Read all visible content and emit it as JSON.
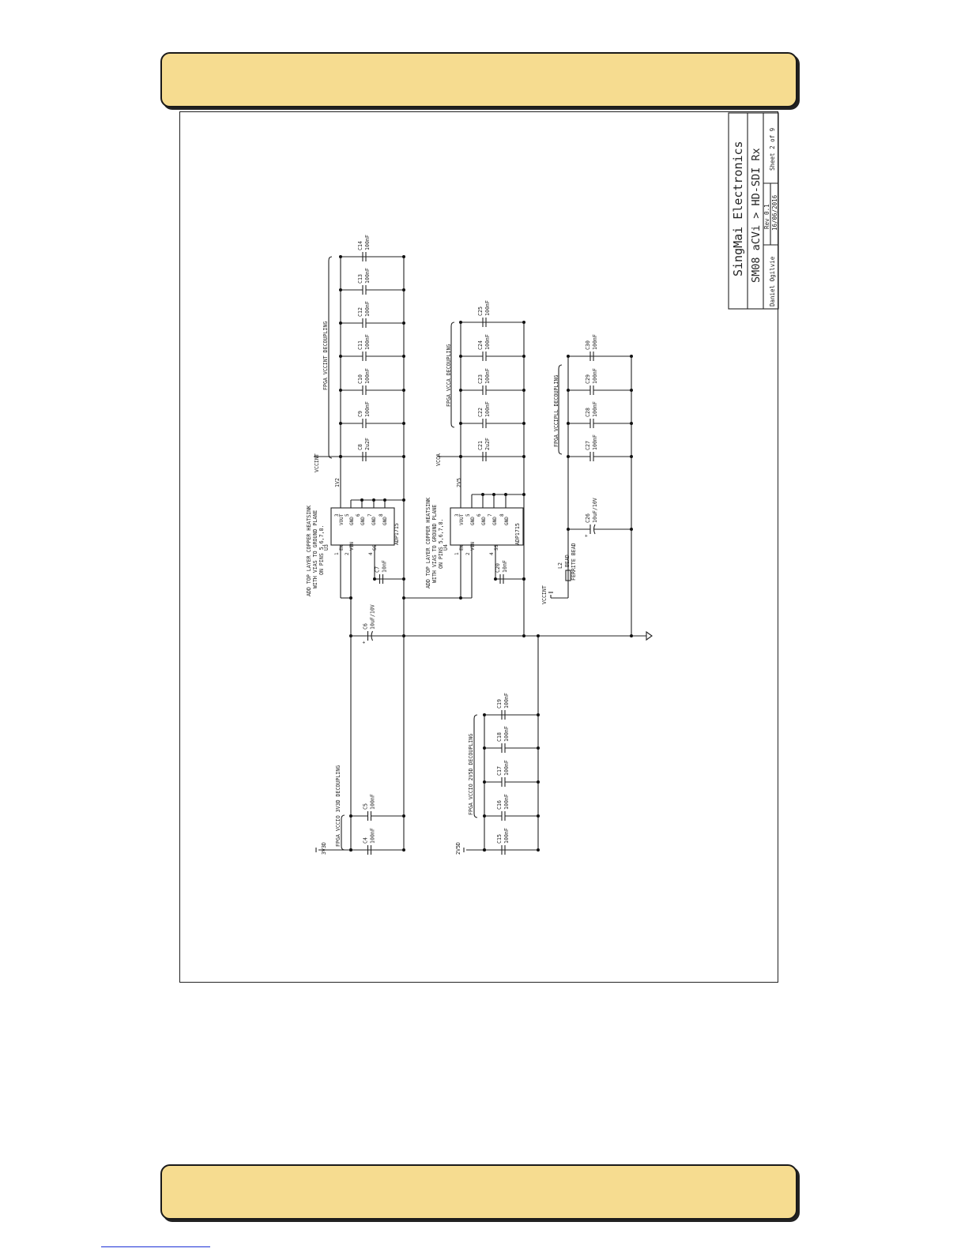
{
  "title_block": {
    "company": "SingMai Electronics",
    "project": "SM08 aCVi > HD-SDI Rx",
    "author": "Daniel Ogilvie",
    "rev": "Rev 0.1",
    "date": "16/06/2016",
    "sheet": "Sheet 2 of 9"
  },
  "groups": {
    "vccint": "FPGA VCCINT DECOUPLING",
    "vcca": "FPGA VCCA DECOUPLING",
    "vccpll": "FPGA VCCIPLL DECOUPLING",
    "vccio33": "FPGA VCCIO 3V3D DECOUPLING",
    "vccio25": "FPGA VCCIO 2V5D DECOUPLING"
  },
  "nets": {
    "vccint": "VCCINT",
    "vcca": "VCCA",
    "vccint2": "VCCINT",
    "v3v3d": "3V3D",
    "v2v5d": "2V5D",
    "v1v2": "1V2",
    "v2v5": "2V5"
  },
  "notes": {
    "u3_1": "ADD TOP LAYER COPPER HEATSINK",
    "u3_2": "WITH VIAS TO GROUND PLANE",
    "u3_3": "ON PINS 5,6,7,8.",
    "u4_1": "ADD TOP LAYER COPPER HEATSINK",
    "u4_2": "WITH VIAS TO GROUND PLANE",
    "u4_3": "ON PINS 5,6,7,8."
  },
  "u3": {
    "ref": "U3",
    "part": "ADP1715",
    "pins": {
      "en": "EN",
      "vin": "VIN",
      "ss": "SS",
      "vout": "VOUT",
      "gnd5": "GND",
      "gnd6": "GND",
      "gnd7": "GND",
      "gnd8": "GND"
    },
    "nums": [
      "1",
      "2",
      "4",
      "3",
      "5",
      "6",
      "7",
      "8"
    ]
  },
  "u4": {
    "ref": "U4",
    "part": "ADP1715",
    "pins": {
      "en": "EN",
      "vin": "VIN",
      "ss": "SS",
      "vout": "VOUT",
      "gnd5": "GND",
      "gnd6": "GND",
      "gnd7": "GND",
      "gnd8": "GND"
    },
    "nums": [
      "1",
      "2",
      "4",
      "3",
      "5",
      "6",
      "7",
      "8"
    ]
  },
  "l2": {
    "ref": "L2",
    "value": "BEAD",
    "desc": "FERRITE BEAD"
  },
  "caps": {
    "c4": {
      "ref": "C4",
      "value": "100nF"
    },
    "c5": {
      "ref": "C5",
      "value": "100nF"
    },
    "c6": {
      "ref": "C6",
      "value": "10uF/10V",
      "pol": "+"
    },
    "c7": {
      "ref": "C7",
      "value": "10nF"
    },
    "c8": {
      "ref": "C8",
      "value": "2u2F"
    },
    "c9": {
      "ref": "C9",
      "value": "100nF"
    },
    "c10": {
      "ref": "C10",
      "value": "100nF"
    },
    "c11": {
      "ref": "C11",
      "value": "100nF"
    },
    "c12": {
      "ref": "C12",
      "value": "100nF"
    },
    "c13": {
      "ref": "C13",
      "value": "100nF"
    },
    "c14": {
      "ref": "C14",
      "value": "100nF"
    },
    "c15": {
      "ref": "C15",
      "value": "100nF"
    },
    "c16": {
      "ref": "C16",
      "value": "100nF"
    },
    "c17": {
      "ref": "C17",
      "value": "100nF"
    },
    "c18": {
      "ref": "C18",
      "value": "100nF"
    },
    "c19": {
      "ref": "C19",
      "value": "100nF"
    },
    "c20": {
      "ref": "C20",
      "value": "10nF"
    },
    "c21": {
      "ref": "C21",
      "value": "2u2F"
    },
    "c22": {
      "ref": "C22",
      "value": "100nF"
    },
    "c23": {
      "ref": "C23",
      "value": "100nF"
    },
    "c24": {
      "ref": "C24",
      "value": "100nF"
    },
    "c25": {
      "ref": "C25",
      "value": "100nF"
    },
    "c26": {
      "ref": "C26",
      "value": "10uF/10V",
      "pol": "+"
    },
    "c27": {
      "ref": "C27",
      "value": "100nF"
    },
    "c28": {
      "ref": "C28",
      "value": "100nF"
    },
    "c29": {
      "ref": "C29",
      "value": "100nF"
    },
    "c30": {
      "ref": "C30",
      "value": "100nF"
    }
  }
}
